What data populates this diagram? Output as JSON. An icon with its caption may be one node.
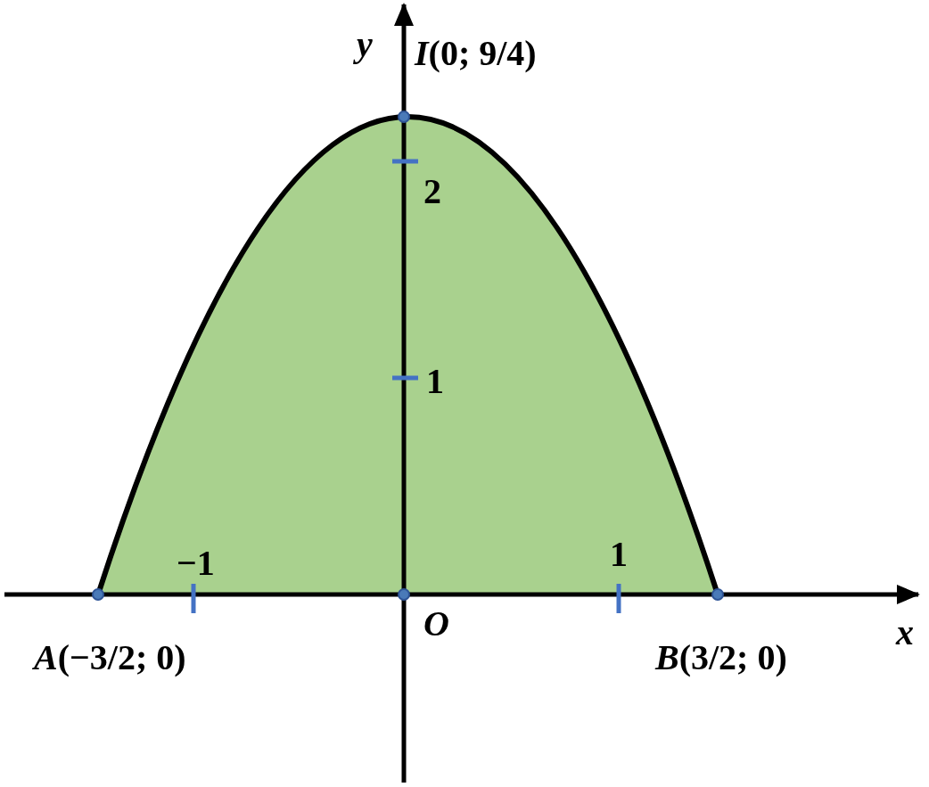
{
  "diagram": {
    "labels": [
      "y",
      "*I*(0; 9/4)",
      "2",
      "1",
      "−1",
      "1",
      "O",
      "x",
      "*A*(−3/2; 0)",
      "*B*(3/2; 0)"
    ]
  }
}
